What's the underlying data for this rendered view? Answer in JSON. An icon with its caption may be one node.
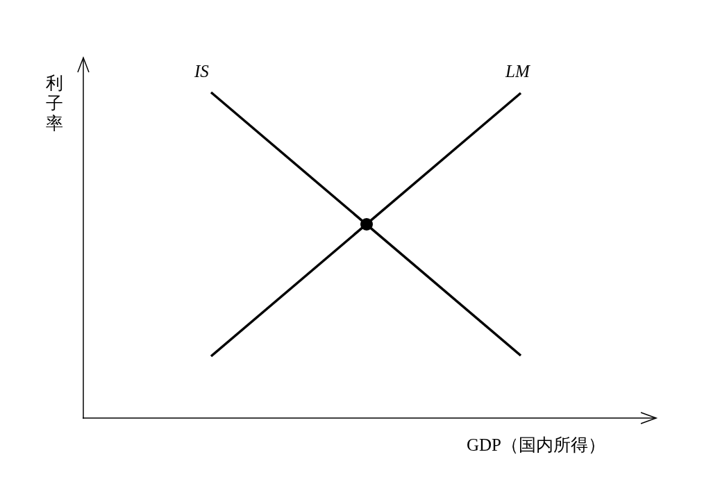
{
  "diagram": {
    "labels": [
      "IS",
      "LM",
      "利子率",
      "GDP（国内所得）"
    ]
  }
}
